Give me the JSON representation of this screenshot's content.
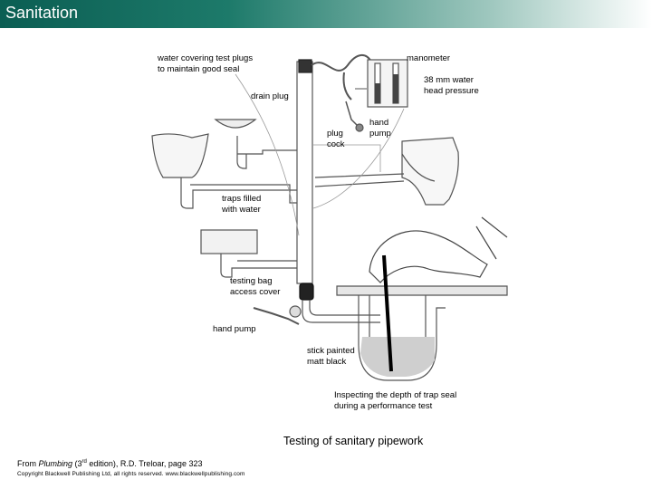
{
  "header": {
    "title": "Sanitation",
    "color_start": "#0b5e53",
    "color_end": "#ffffff"
  },
  "diagram": {
    "labels": {
      "water_covering": "water covering test plugs\nto maintain good seal",
      "manometer": "manometer",
      "head_pressure": "38 mm water\nhead pressure",
      "drain_plug": "drain plug",
      "plug_cock": "plug\ncock",
      "hand_pump_top": "hand\npump",
      "traps_filled": "traps filled\nwith water",
      "testing_bag": "testing bag\naccess cover",
      "hand_pump_bottom": "hand pump",
      "stick": "stick painted\nmatt black",
      "inspecting": "Inspecting the depth of trap seal\nduring a performance test"
    },
    "caption": "Testing of sanitary pipework"
  },
  "footer": {
    "source_prefix": "From ",
    "source_book": "Plumbing",
    "source_paren_open": " (3",
    "source_sup": "rd",
    "source_rest": " edition), R.D. Treloar, page 323",
    "copyright": "Copyright Blackwell Publishing Ltd, all rights reserved. www.blackwellpublishing.com"
  }
}
